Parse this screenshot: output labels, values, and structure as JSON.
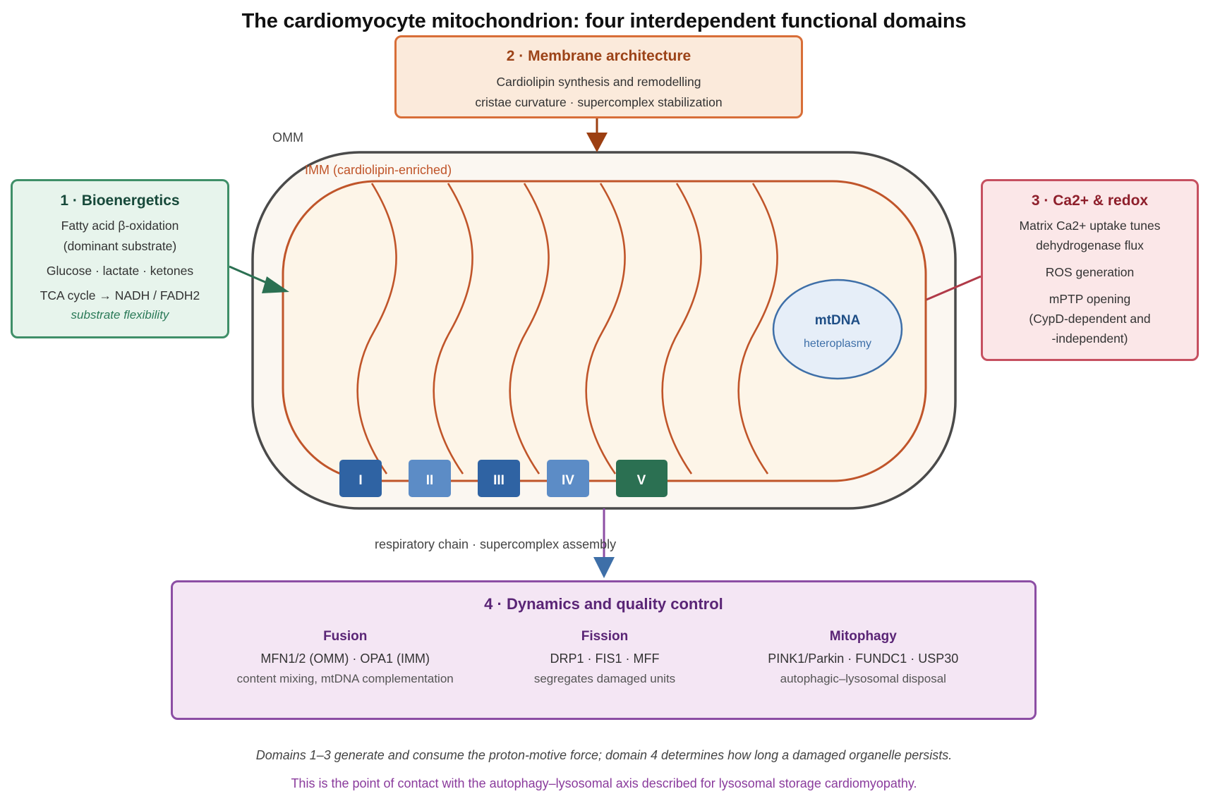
{
  "title": "The cardiomyocyte mitochondrion: four interdependent functional domains",
  "membrane": {
    "heading": "2 · Membrane architecture",
    "line1": "Cardiolipin synthesis and remodelling",
    "line2": "cristae curvature · supercomplex stabilization"
  },
  "bioenergetics": {
    "heading": "1 · Bioenergetics",
    "line1": "Fatty acid β-oxidation",
    "line2": "(dominant substrate)",
    "line3": "Glucose · lactate · ketones",
    "line4": "TCA cycle → NADH / FADH2",
    "note": "substrate flexibility"
  },
  "redox": {
    "heading": "3 · Ca2+ & redox",
    "line1": "Matrix Ca2+ uptake tunes",
    "line2": "dehydrogenase flux",
    "line3": "ROS generation",
    "line4": "mPTP opening",
    "line5": "(CypD-dependent and",
    "line6": "-independent)"
  },
  "organelle": {
    "omm_label": "OMM",
    "imm_label": "IMM (cardiolipin-enriched)",
    "mtdna_label": "mtDNA",
    "mtdna_sub": "heteroplasmy",
    "complexes": [
      "I",
      "II",
      "III",
      "IV",
      "V"
    ],
    "chain_label": "respiratory chain · supercomplex assembly"
  },
  "quality_control": {
    "heading": "4 · Dynamics and quality control",
    "fusion": {
      "title": "Fusion",
      "main": "MFN1/2 (OMM) · OPA1 (IMM)",
      "note": "content mixing, mtDNA complementation"
    },
    "fission": {
      "title": "Fission",
      "main": "DRP1 · FIS1 · MFF",
      "note": "segregates damaged units"
    },
    "mitophagy": {
      "title": "Mitophagy",
      "main": "PINK1/Parkin · FUNDC1 · USP30",
      "note": "autophagic–lysosomal disposal"
    }
  },
  "captions": {
    "line1": "Domains 1–3 generate and consume the proton-motive force; domain 4 determines how long a damaged organelle persists.",
    "line2": "This is the point of contact with the autophagy–lysosomal axis described for lysosomal storage cardiomyopathy."
  },
  "colors": {
    "membrane_accent": "#c0552a",
    "bioenergetics_accent": "#2f7a58",
    "redox_accent": "#b03a48",
    "qc_accent": "#8c4ea4",
    "mtdna_accent": "#3e6fa8",
    "complex_blue_dark": "#2f63a3",
    "complex_blue_light": "#5c8cc6",
    "complex_green": "#2b7052"
  }
}
